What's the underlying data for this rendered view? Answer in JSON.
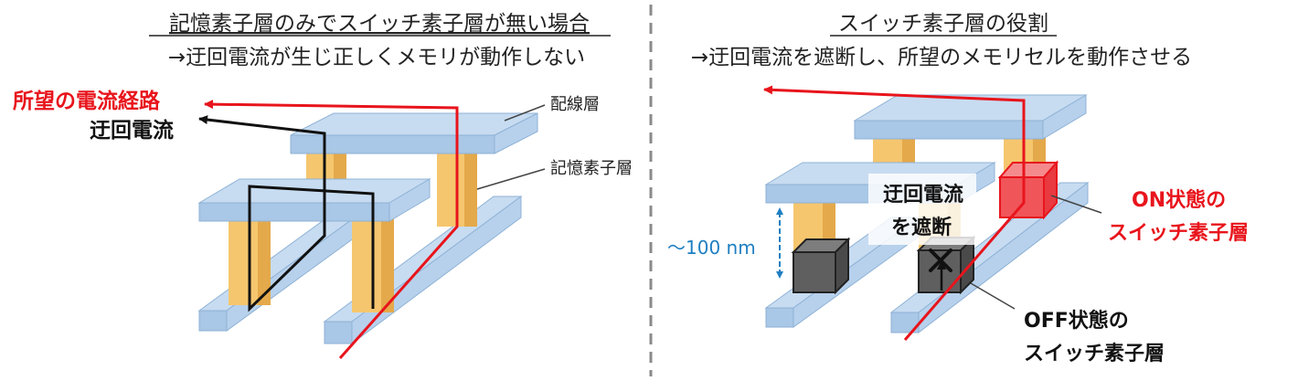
{
  "left_panel": {
    "title": "記憶素子層のみでスイッチ素子層が無い場合",
    "subtitle": "→迂回電流が生じ正しくメモリが動作しない",
    "label_desired_path": "所望の電流経路",
    "label_sneak_current": "迂回電流",
    "label_wiring_layer": "配線層",
    "label_memory_layer": "記憶素子層"
  },
  "right_panel": {
    "title": "スイッチ素子層の役割",
    "subtitle": "→迂回電流を遮断し、所望のメモリセルを動作させる",
    "label_block_line1": "迂回電流",
    "label_block_line2": "を遮断",
    "label_on_line1": "ON状態の",
    "label_on_line2": "スイッチ素子層",
    "label_off_line1": "OFF状態の",
    "label_off_line2": "スイッチ素子層",
    "label_scale": "～100 nm"
  },
  "colors": {
    "current_red": "#e8141c",
    "wire_blue_fill": "#c7dcf1",
    "wire_blue_stroke": "#8fb2d6",
    "memory_yellow": "#f5c66e",
    "switch_off": "#5f5f5f",
    "switch_on": "#f0555a",
    "scale_blue": "#1f7fc2",
    "divider": "#8a8a8a"
  }
}
